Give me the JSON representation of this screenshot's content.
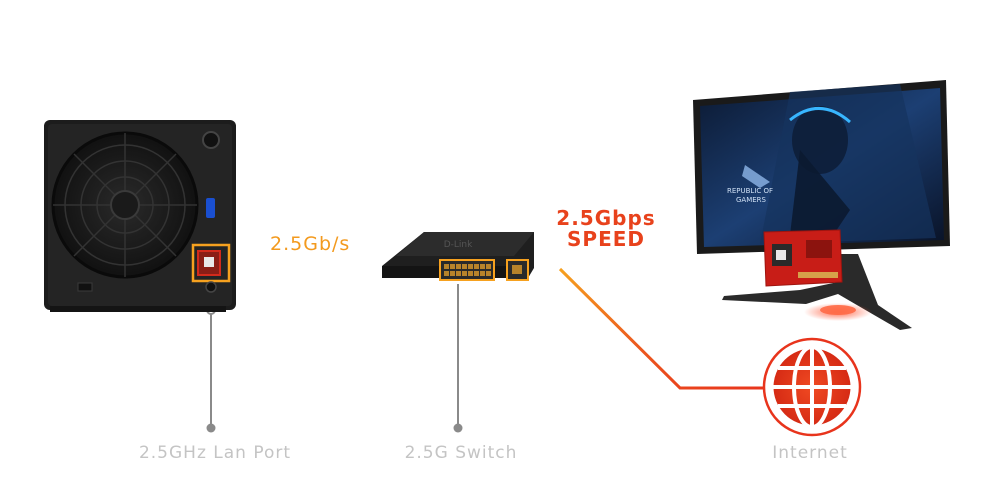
{
  "labels": {
    "nas_link_speed": "2.5Gb/s",
    "monitor_speed_line1": "2.5Gbps",
    "monitor_speed_line2": "SPEED",
    "lan_port_caption": "2.5GHz Lan Port",
    "switch_caption": "2.5G Switch",
    "internet_caption": "Internet",
    "switch_brand": "D-Link",
    "monitor_logo_line1": "REPUBLIC OF",
    "monitor_logo_line2": "GAMERS"
  },
  "colors": {
    "orange": "#f6a11f",
    "red": "#e8341c",
    "caption_gray": "#c4c4c4",
    "callout_gray": "#8a8a8a"
  },
  "icons": {
    "nas": "nas-device-icon",
    "switch": "network-switch-icon",
    "monitor": "gaming-monitor-icon",
    "internet": "globe-icon"
  }
}
